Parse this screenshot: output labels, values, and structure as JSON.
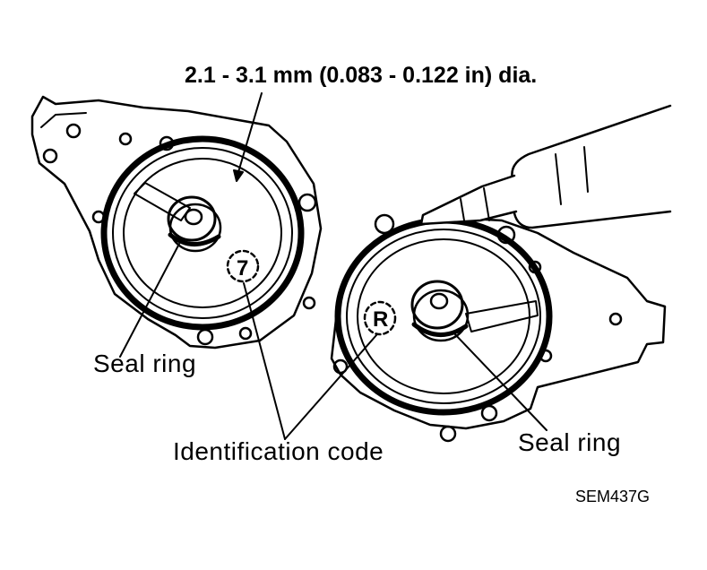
{
  "labels": {
    "dimension": "2.1 - 3.1 mm (0.083 - 0.122 in) dia.",
    "seal_ring_left": "Seal ring",
    "seal_ring_right": "Seal ring",
    "identification_code": "Identification code",
    "figure_id": "SEM437G"
  },
  "codes": {
    "left": "7",
    "right": "R"
  }
}
